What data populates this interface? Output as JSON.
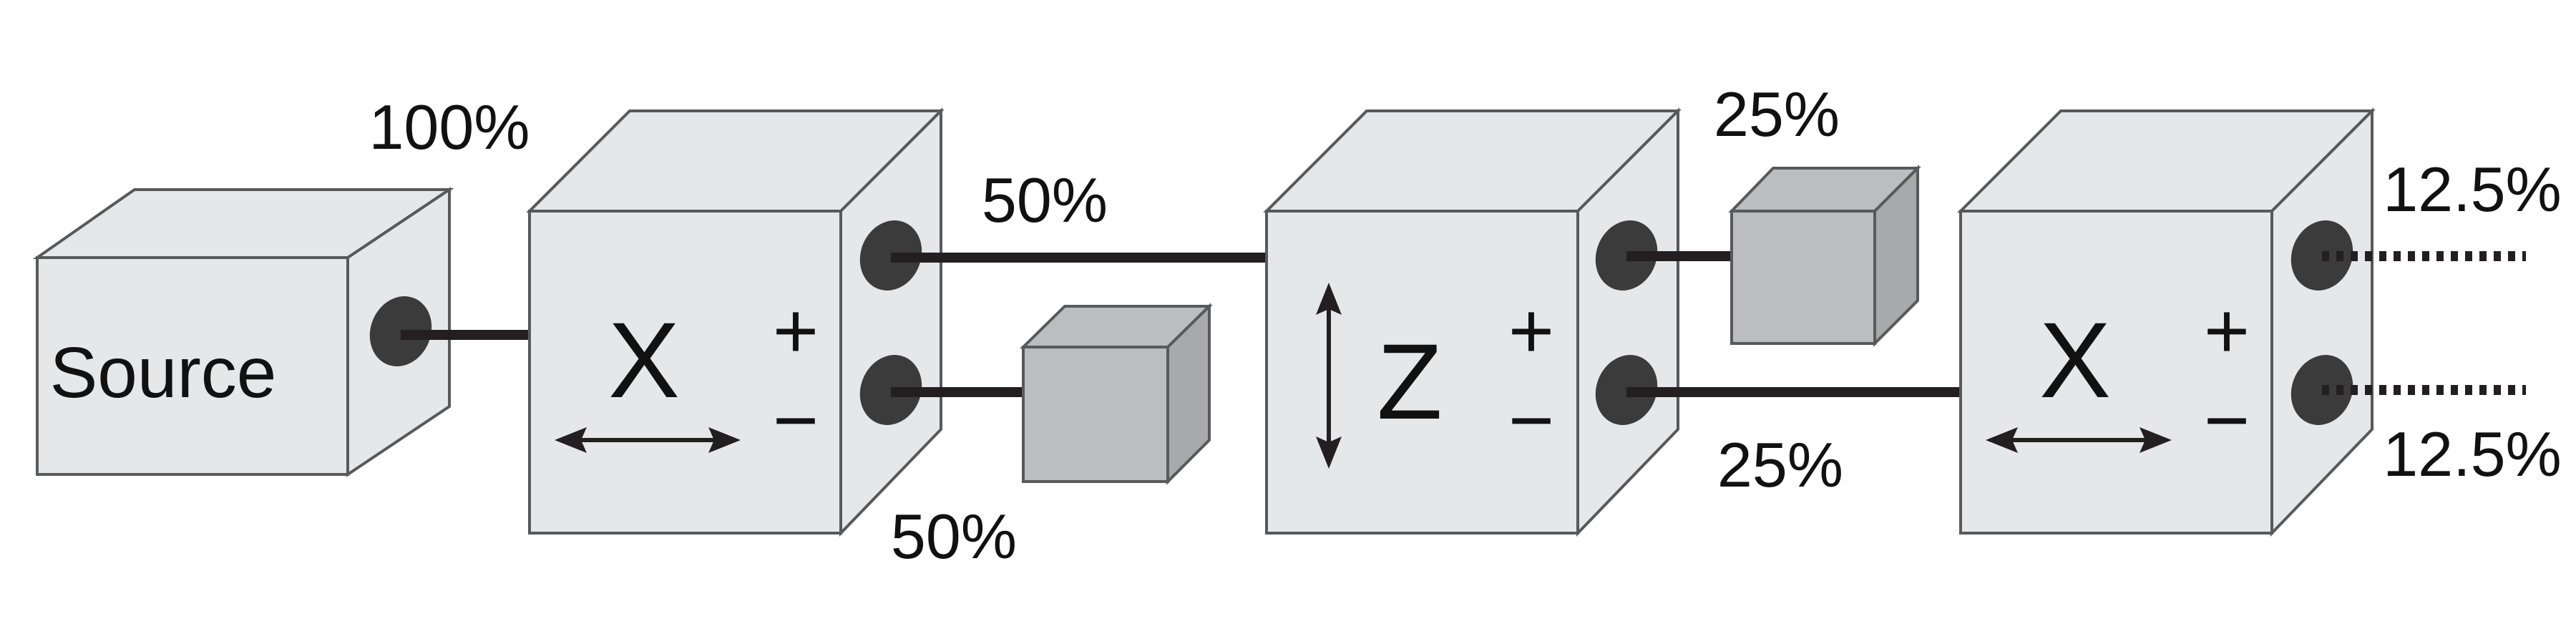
{
  "labels": {
    "source": "Source",
    "x1_axis": "X",
    "z_axis": "Z",
    "x2_axis": "X",
    "plus": "+",
    "minus": "−",
    "pct_100": "100%",
    "pct_50_top": "50%",
    "pct_50_bottom": "50%",
    "pct_25_top": "25%",
    "pct_25_bottom": "25%",
    "pct_12_5_top": "12.5%",
    "pct_12_5_bottom": "12.5%"
  },
  "colors": {
    "box_face": "#e6e7e8",
    "box_side": "#e6e7e8",
    "box_stroke": "#58595b",
    "absorber_face": "#bcbdbf",
    "absorber_side": "#a7a9ac",
    "port": "#3b3b3c",
    "beam": "#231f20",
    "text": "#111111"
  }
}
